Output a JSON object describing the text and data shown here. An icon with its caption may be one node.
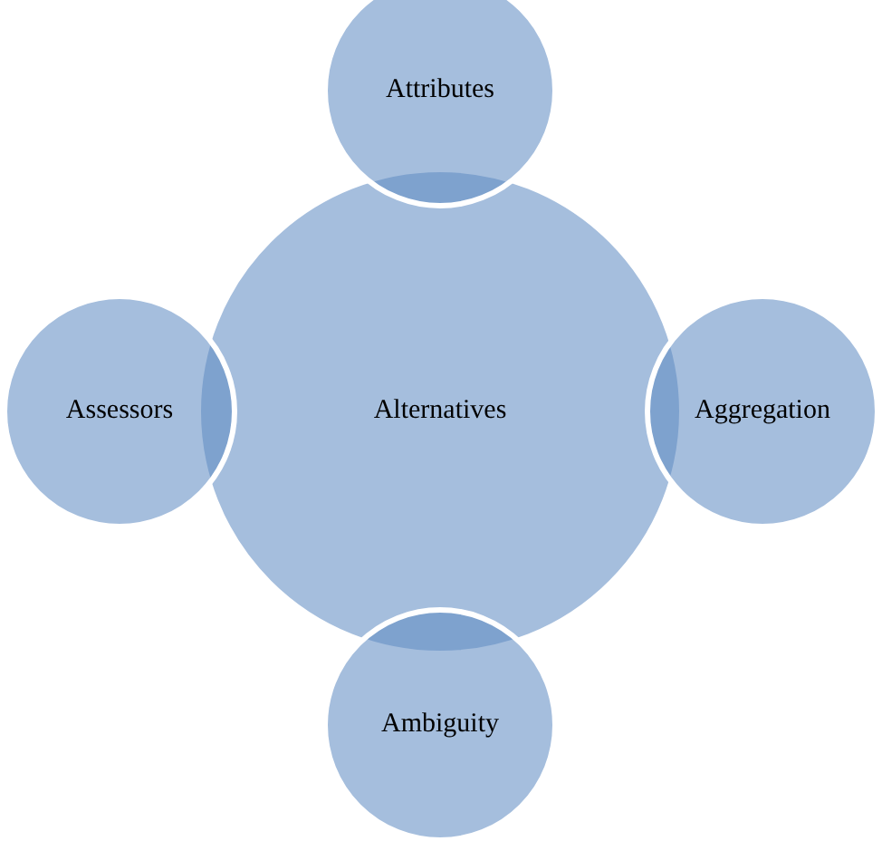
{
  "diagram": {
    "nodes": [
      {
        "text": [
          "Alternatives"
        ]
      },
      {
        "text": [
          "Attributes"
        ]
      },
      {
        "text": [
          "Assessors"
        ]
      },
      {
        "text": [
          "Aggregation"
        ]
      },
      {
        "text": [
          "Ambiguity"
        ]
      }
    ]
  }
}
